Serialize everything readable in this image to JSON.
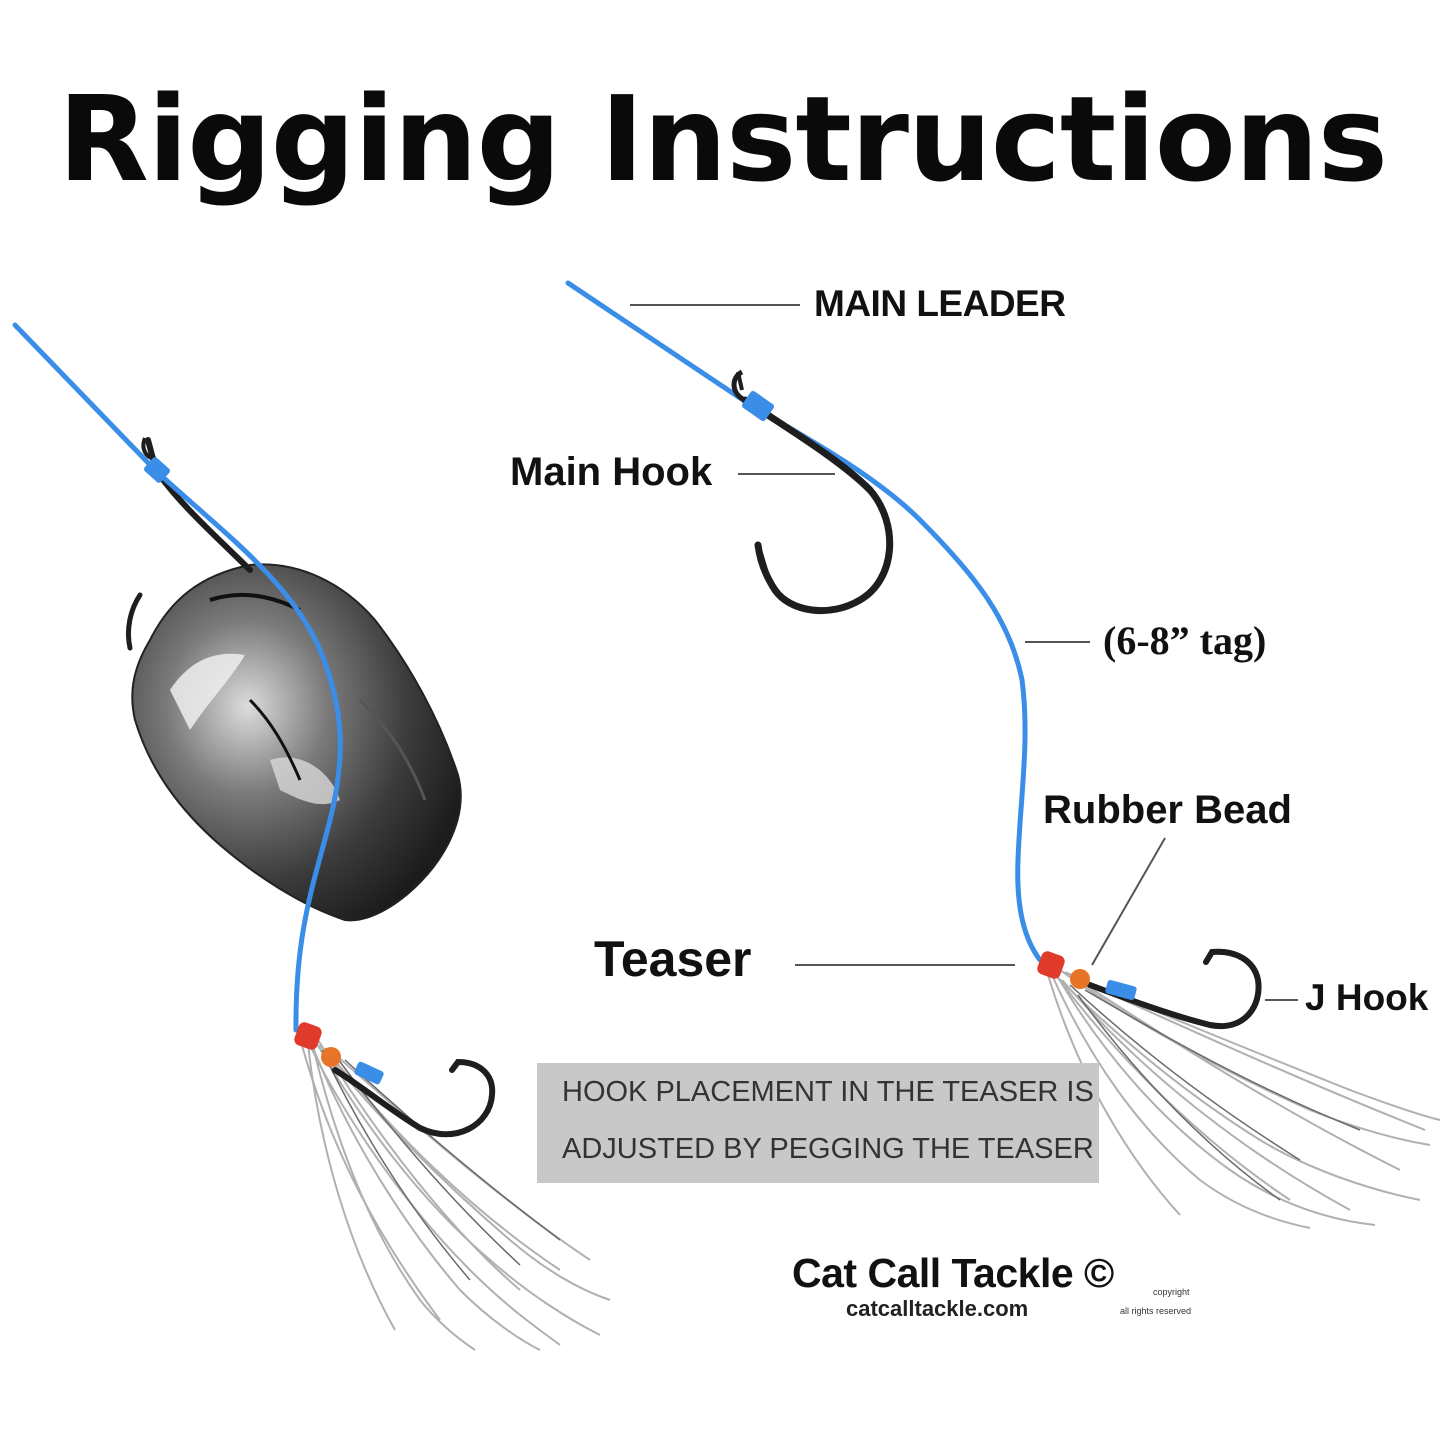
{
  "title": "Rigging Instructions",
  "labels": {
    "main_leader": "MAIN LEADER",
    "main_hook": "Main Hook",
    "tag": "(6-8” tag)",
    "rubber_bead": "Rubber Bead",
    "teaser": "Teaser",
    "j_hook": "J Hook"
  },
  "note": {
    "line1": "HOOK PLACEMENT IN THE TEASER IS",
    "line2": "ADJUSTED BY PEGGING THE TEASER"
  },
  "brand": {
    "name": "Cat Call Tackle ©",
    "url": "catcalltackle.com",
    "copyright_1": "copyright",
    "copyright_2": "all rights reserved"
  },
  "colors": {
    "leader_line": "#3a8ee8",
    "hook": "#1e1e1e",
    "bead_red": "#e03a2a",
    "bead_orange": "#e8742a",
    "note_bg": "#c8c8c8",
    "skirt": "#b8b8b8"
  },
  "icons": {
    "bait": "bait-chunk-icon",
    "main_hook": "circle-hook-icon",
    "j_hook": "j-hook-icon",
    "skirt": "teaser-skirt-icon"
  }
}
